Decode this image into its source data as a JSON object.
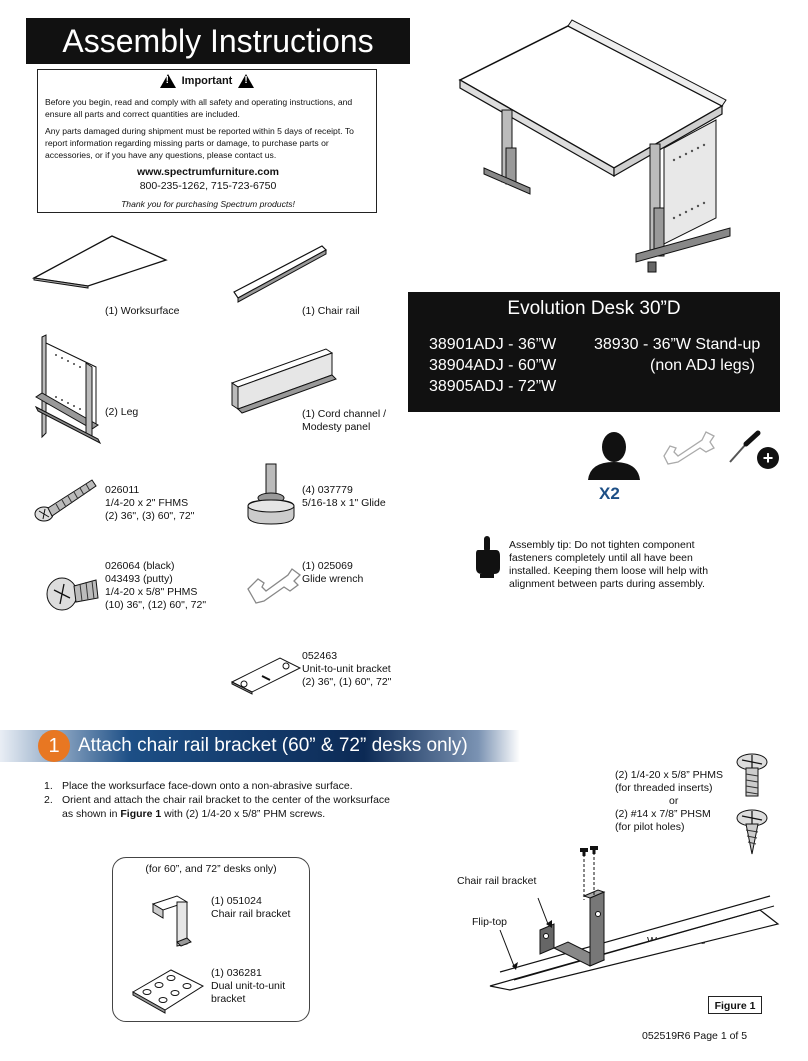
{
  "header": {
    "title": "Assembly Instructions"
  },
  "important": {
    "heading": "Important",
    "p1": "Before you begin, read and comply with all safety and operating instructions, and ensure all parts and correct quantities are included.",
    "p2": "Any parts damaged during shipment must be reported within 5 days of receipt.  To report information regarding missing parts or damage, to purchase parts or accessories, or if you have any questions, please contact us.",
    "website": "www.spectrumfurniture.com",
    "phones": "800-235-1262, 715-723-6750",
    "thanks": "Thank you for purchasing Spectrum products!"
  },
  "parts": {
    "worksurface": "(1) Worksurface",
    "chair_rail": "(1) Chair rail",
    "leg": "(2) Leg",
    "cord_channel": [
      "(1) Cord channel /",
      "Modesty panel"
    ],
    "screw_026011": [
      "026011",
      "1/4-20 x 2\" FHMS",
      "(2) 36\", (3) 60\", 72\""
    ],
    "glide": [
      "(4) 037779",
      "5/16-18 x 1\" Glide"
    ],
    "screw_026064": [
      "026064 (black)",
      "043493 (putty)",
      "1/4-20 x 5/8\" PHMS",
      "(10) 36\", (12) 60\", 72\""
    ],
    "glide_wrench": [
      "(1) 025069",
      "Glide wrench"
    ],
    "unit_bracket": [
      "052463",
      "Unit-to-unit bracket",
      "(2) 36\", (1) 60\", 72\""
    ]
  },
  "product": {
    "title": "Evolution Desk 30”D",
    "models": [
      "38901ADJ - 36”W",
      "38904ADJ - 60”W",
      "38905ADJ - 72”W"
    ],
    "standup": [
      "38930 - 36”W Stand-up",
      "(non ADJ legs)"
    ]
  },
  "people": {
    "count": "X2",
    "plus": "+"
  },
  "tip": [
    "Assembly tip: Do not tighten component",
    "fasteners completely until all have been",
    "installed.  Keeping them loose will help with",
    "alignment between parts during assembly."
  ],
  "step1": {
    "number": "1",
    "title": "Attach chair rail bracket (60” & 72” desks only)",
    "items": [
      {
        "num": "1.",
        "lines": [
          "Place the worksurface face-down onto a non-abrasive surface."
        ]
      },
      {
        "num": "2.",
        "lines": [
          "Orient and attach the chair rail bracket to the center of the worksurface"
        ]
      }
    ],
    "line2_pre": "as shown in ",
    "line2_bold": "Figure 1",
    "line2_post": " with (2) 1/4-20 x 5/8” PHM screws."
  },
  "kit": {
    "heading": "(for 60”, and 72” desks only)",
    "chair_bracket": [
      "(1) 051024",
      "Chair rail bracket"
    ],
    "dual_bracket": [
      "(1) 036281",
      "Dual unit-to-unit",
      "bracket"
    ]
  },
  "figure": {
    "screw_note": [
      "(2) 1/4-20 x 5/8” PHMS",
      "(for threaded inserts)",
      "or",
      "(2) #14 x 7/8” PHSM",
      "(for pilot holes)"
    ],
    "chair_rail_bracket": "Chair rail bracket",
    "flip_top": "Flip-top",
    "worksurface": "Worksurface",
    "label": "Figure 1"
  },
  "footer": {
    "doc": "052519R6 Page 1 of 5"
  }
}
